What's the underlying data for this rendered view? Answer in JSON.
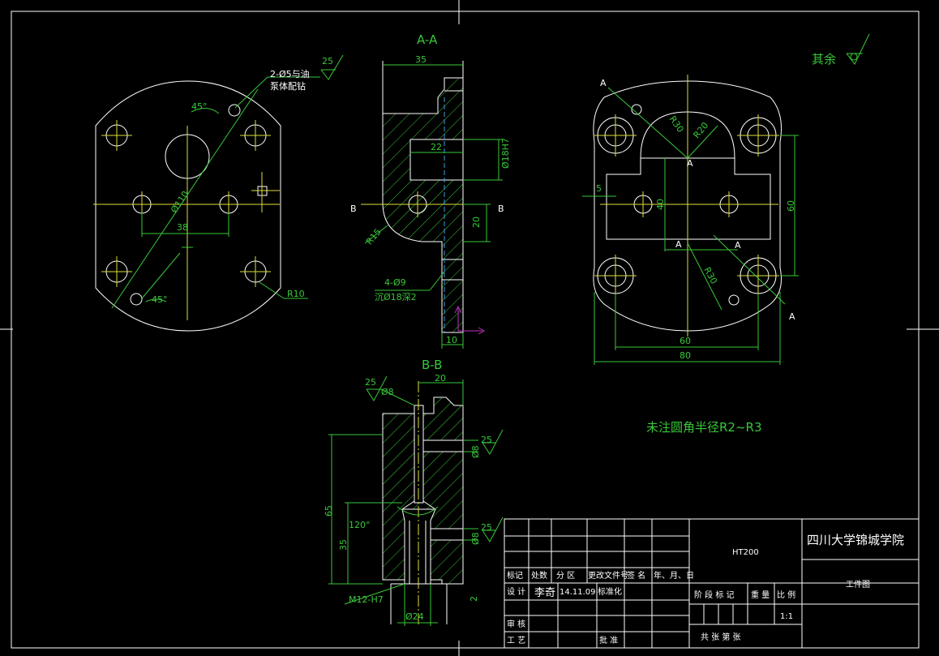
{
  "views": {
    "section_aa": "A-A",
    "section_bb": "B-B"
  },
  "labels": {
    "sec_a": "A",
    "sec_b": "B"
  },
  "dimensions": {
    "d35": "35",
    "d22": "22",
    "d18h7": "Ø18H7",
    "d20": "20",
    "d10": "10",
    "r15": "R15",
    "d38": "38",
    "d110": "Ø110",
    "a45": "45°",
    "r10": "R10",
    "r30": "R30",
    "r20": "R20",
    "d5": "5",
    "d40": "40",
    "d60": "60",
    "d80": "80",
    "d65": "65",
    "a120": "120°",
    "d8": "Ø8",
    "d24": "Ø24",
    "m12": "M12-H7",
    "d2": "2",
    "d25": "25"
  },
  "notes": {
    "hole_note_1": "2-Ø5与油",
    "hole_note_2": "泵体配钻",
    "holes4_1": "4-Ø9",
    "holes4_2": "沉Ø18深2",
    "rest": "其余",
    "fillet": "未注圆角半径R2~R3"
  },
  "title_block": {
    "material": "HT200",
    "school": "四川大学锦城学院",
    "drawing_name": "工件图",
    "h_mark": "标记",
    "h_count": "处数",
    "h_zone": "分 区",
    "h_doc": "更改文件号",
    "h_sign": "签 名",
    "h_date": "年、月、日",
    "design": "设 计",
    "designer": "李奇",
    "design_date": "14.11.09",
    "standard": "标准化",
    "stage": "阶 段 标 记",
    "weight": "重 量",
    "scale": "比 例",
    "scale_value": "1:1",
    "review": "审 核",
    "process": "工 艺",
    "approve": "批 准",
    "sheets": "共  张  第  张"
  }
}
